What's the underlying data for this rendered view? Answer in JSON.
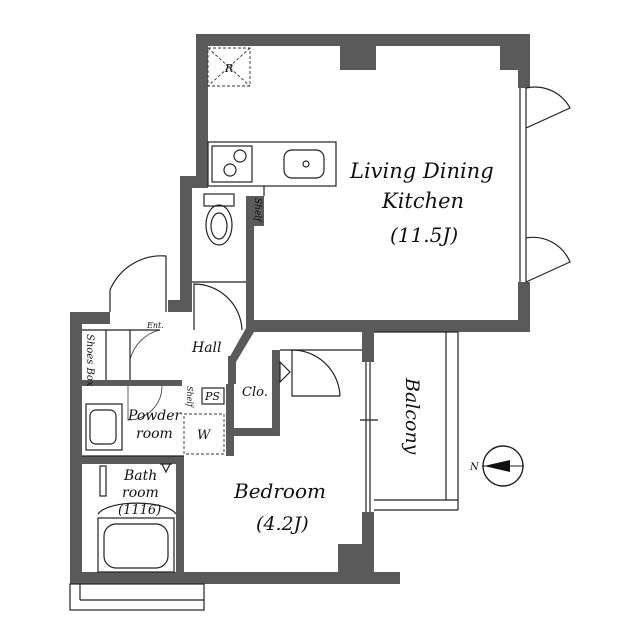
{
  "rooms": {
    "ldk": {
      "line1": "Living Dining",
      "line2": "Kitchen",
      "size": "(11.5J)"
    },
    "bedroom": {
      "name": "Bedroom",
      "size": "(4.2J)"
    },
    "balcony": "Balcony",
    "hall": "Hall",
    "closet": "Clo.",
    "powder_room": {
      "line1": "Powder",
      "line2": "room"
    },
    "bath_room": {
      "line1": "Bath",
      "line2": "room",
      "line3": "(1116)"
    },
    "shoes_box": "Shoes Box",
    "entrance": "Ent.",
    "shelf_upper": "Shelf",
    "shelf_lower": "Shelf",
    "pipe_space": "PS",
    "washer": "W",
    "refrigerator": "R"
  },
  "compass": {
    "label": "N"
  }
}
